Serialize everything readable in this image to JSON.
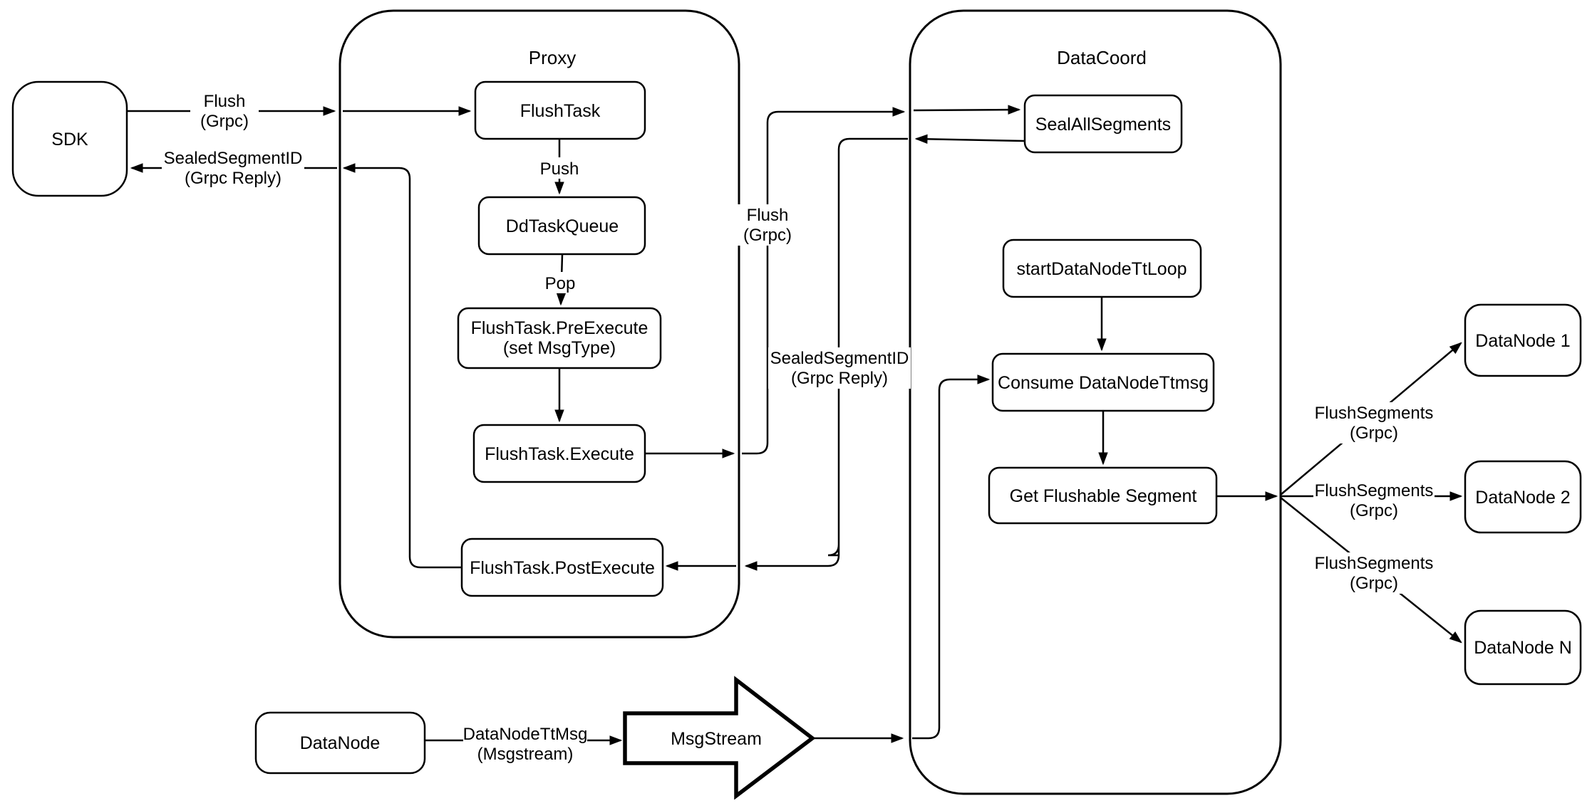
{
  "diagram": {
    "background": "#ffffff",
    "stroke_color": "#000000",
    "node_fill": "#ffffff",
    "containers": {
      "proxy": {
        "title": "Proxy"
      },
      "datacoord": {
        "title": "DataCoord"
      }
    },
    "nodes": {
      "sdk": {
        "label": "SDK"
      },
      "flush_task": {
        "label": "FlushTask"
      },
      "dd_task_queue": {
        "label": "DdTaskQueue"
      },
      "pre_execute": {
        "line1": "FlushTask.PreExecute",
        "line2": "(set MsgType)"
      },
      "execute": {
        "label": "FlushTask.Execute"
      },
      "post_execute": {
        "label": "FlushTask.PostExecute"
      },
      "seal_all_segments": {
        "label": "SealAllSegments"
      },
      "start_datanode_tt_loop": {
        "label": "startDataNodeTtLoop"
      },
      "consume_datanode_ttmsg": {
        "label": "Consume DataNodeTtmsg"
      },
      "get_flushable_segment": {
        "label": "Get Flushable Segment"
      },
      "datanode_1": {
        "label": "DataNode 1"
      },
      "datanode_2": {
        "label": "DataNode 2"
      },
      "datanode_n": {
        "label": "DataNode N"
      },
      "datanode_source": {
        "label": "DataNode"
      },
      "msgstream": {
        "label": "MsgStream"
      }
    },
    "edge_labels": {
      "flush_sdk_proxy": {
        "line1": "Flush",
        "line2": "(Grpc)"
      },
      "sealed_proxy_sdk": {
        "line1": "SealedSegmentID",
        "line2": "(Grpc Reply)"
      },
      "push": {
        "label": "Push"
      },
      "pop": {
        "label": "Pop"
      },
      "flush_proxy_datacoord": {
        "line1": "Flush",
        "line2": "(Grpc)"
      },
      "sealed_datacoord_proxy": {
        "line1": "SealedSegmentID",
        "line2": "(Grpc Reply)"
      },
      "flush_segments_1": {
        "line1": "FlushSegments",
        "line2": "(Grpc)"
      },
      "flush_segments_2": {
        "line1": "FlushSegments",
        "line2": "(Grpc)"
      },
      "flush_segments_n": {
        "line1": "FlushSegments",
        "line2": "(Grpc)"
      },
      "datanode_ttmsg": {
        "line1": "DataNodeTtMsg",
        "line2": "(Msgstream)"
      }
    }
  }
}
